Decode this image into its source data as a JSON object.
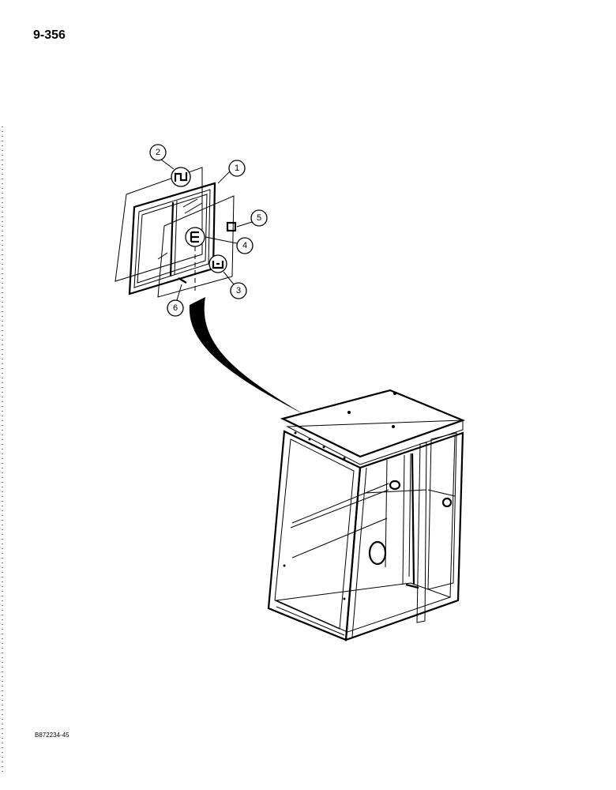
{
  "page": {
    "page_number": "9-356",
    "drawing_code": "B872234-45"
  },
  "diagram": {
    "callouts": [
      "1",
      "2",
      "3",
      "4",
      "5",
      "6"
    ]
  }
}
